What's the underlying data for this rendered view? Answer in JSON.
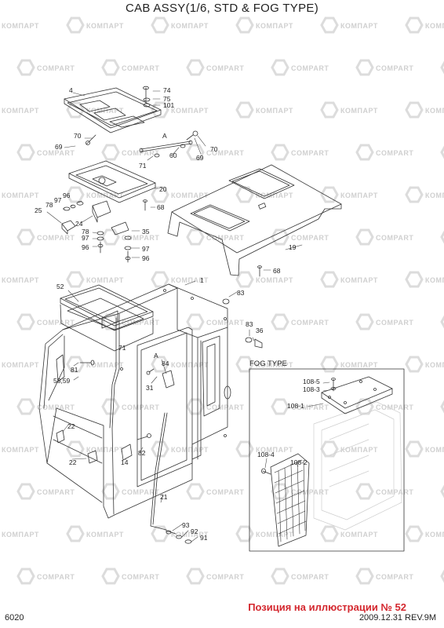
{
  "title": "CAB ASSY(1/6, STD & FOG TYPE)",
  "page_number": "6020",
  "date_revision": "2009.12.31  REV.9M",
  "position_note": "Позиция на иллюстрации № 52",
  "fog_type_label": "FOG TYPE",
  "watermark": {
    "ru": "КОМПАРТ",
    "en": "COMPART"
  },
  "part_labels": [
    "4",
    "74",
    "75",
    "101",
    "70",
    "A",
    "69",
    "71",
    "60",
    "69",
    "70",
    "20",
    "96",
    "97",
    "78",
    "25",
    "24",
    "78",
    "97",
    "96",
    "35",
    "97",
    "96",
    "68",
    "19",
    "68",
    "1",
    "52",
    "83",
    "83",
    "36",
    "A",
    "84",
    "71",
    "81",
    "58,59",
    "31",
    "22",
    "14",
    "82",
    "22",
    "21",
    "93",
    "92",
    "91",
    "108-5",
    "108-3",
    "108-1",
    "108-4",
    "108-2"
  ]
}
